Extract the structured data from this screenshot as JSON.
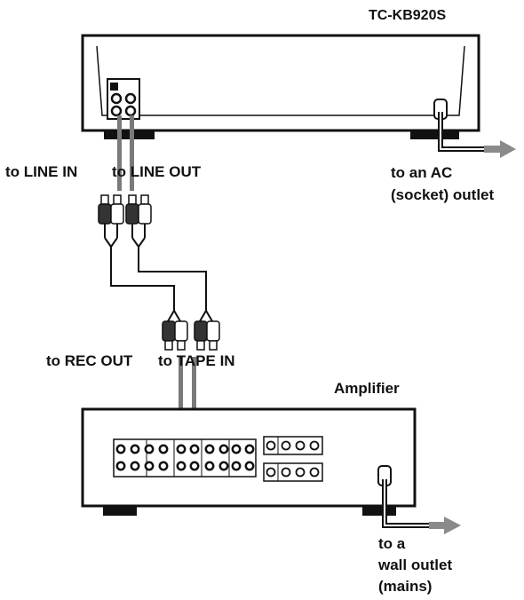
{
  "labels": {
    "deck_model": "TC-KB920S",
    "deck_in": "to LINE IN",
    "deck_out": "to LINE OUT",
    "ac_line1": "to an AC",
    "ac_line2": "(socket) outlet",
    "amp_rec_out": "to REC OUT",
    "amp_tape_in": "to TAPE IN",
    "amplifier": "Amplifier",
    "wall_line1": "to a",
    "wall_line2": "wall outlet",
    "wall_line3": "(mains)"
  },
  "colors": {
    "line": "#111111",
    "cable_gray": "#7a7a7a",
    "plug_dark": "#333333",
    "arrow": "#8a8a8a"
  }
}
